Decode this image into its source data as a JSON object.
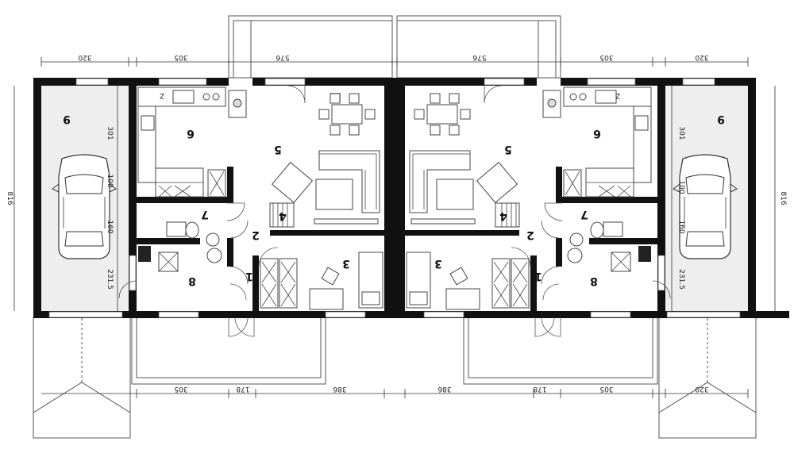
{
  "plan": {
    "dimensions": {
      "top": [
        "320",
        "305",
        "576",
        "576",
        "305",
        "320"
      ],
      "bottom": [
        "305",
        "178",
        "386",
        "386",
        "178",
        "305",
        "320"
      ],
      "left_overall": "816",
      "right_overall": "816",
      "left_garage": [
        "301",
        "100",
        "160",
        "231.5"
      ],
      "right_garage": [
        "301",
        "100",
        "160",
        "231.5"
      ]
    },
    "rooms": {
      "garage": "9",
      "kitchen": "6",
      "living": "5",
      "stairs": "4",
      "bathroom": "7",
      "hall": "2",
      "vestibule": "1",
      "boiler": "8",
      "office": "3",
      "pantry": "Z"
    },
    "colors": {
      "wall": "#111111",
      "garage_floor": "#eeeeee",
      "lines": "#555555"
    }
  }
}
